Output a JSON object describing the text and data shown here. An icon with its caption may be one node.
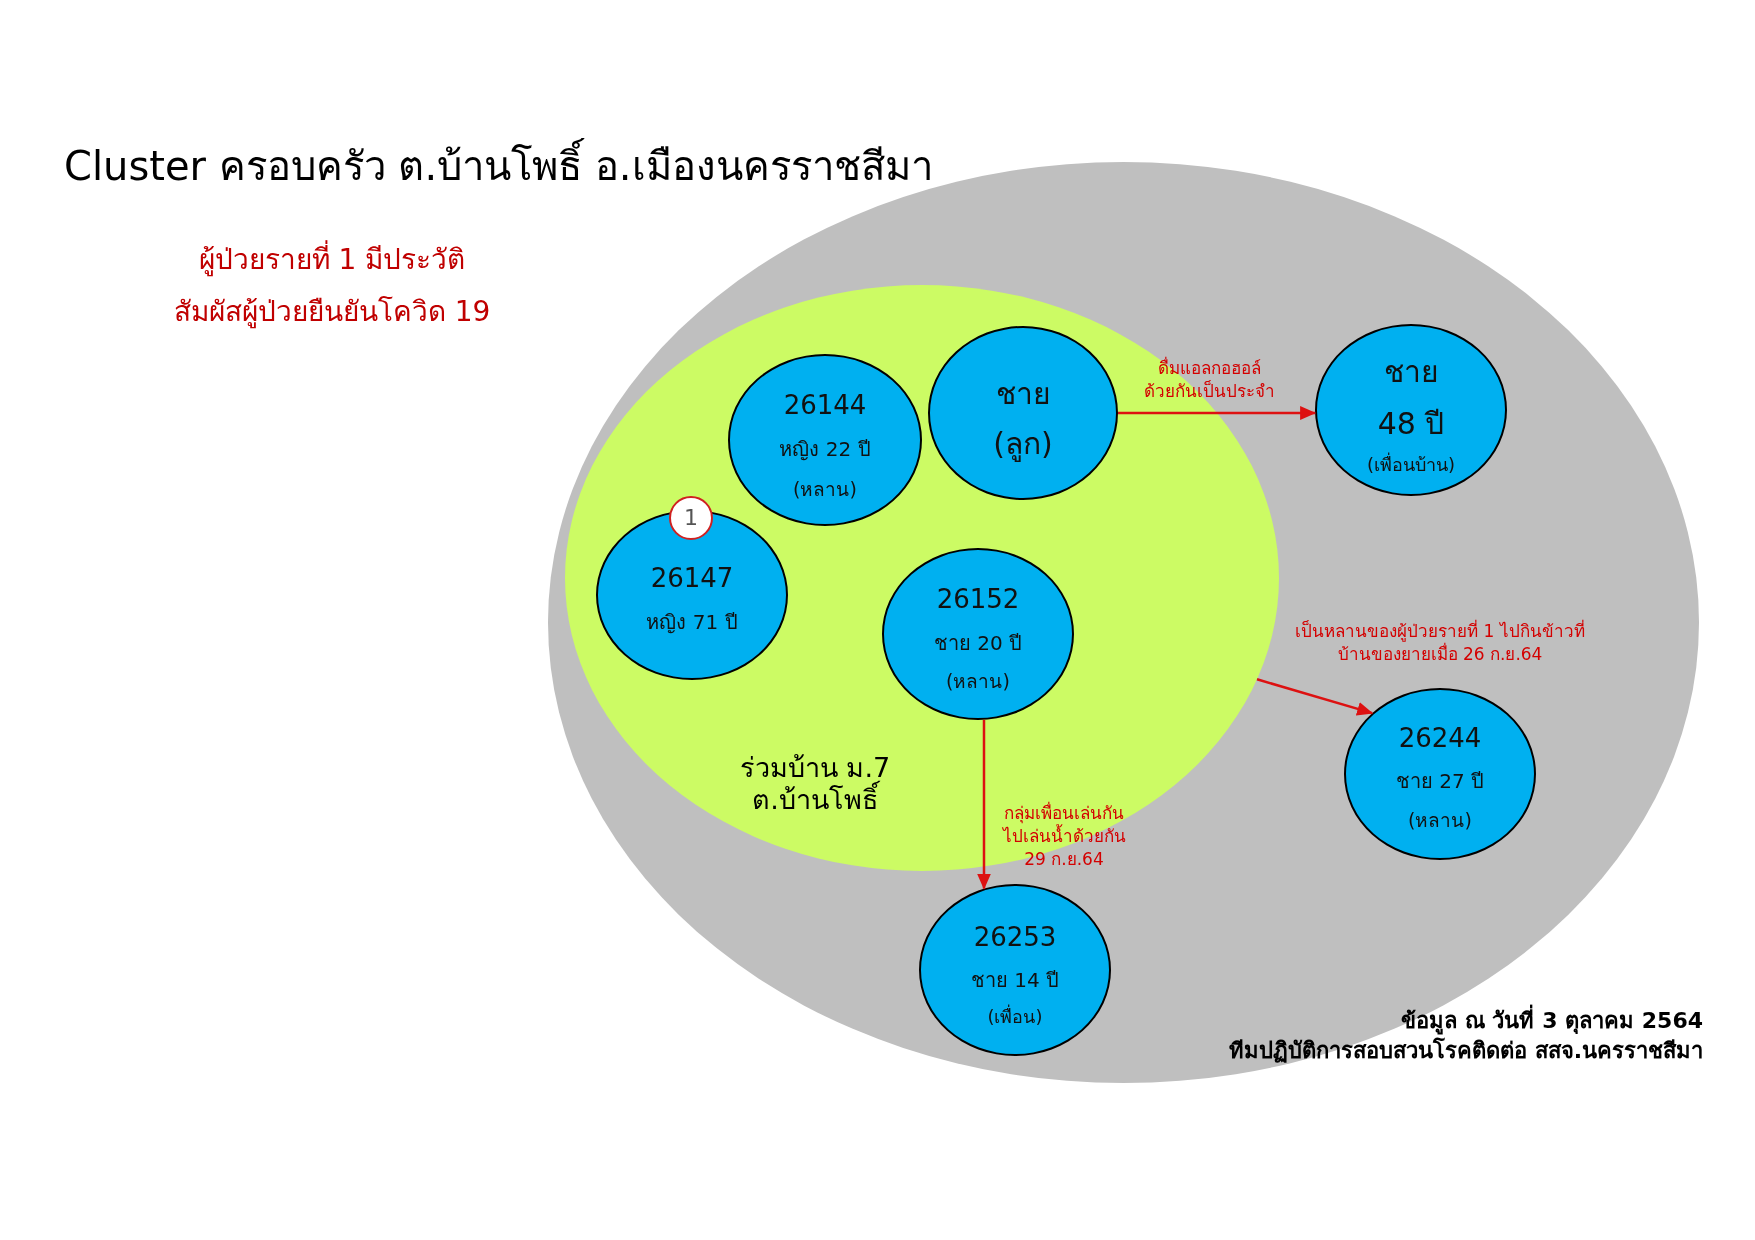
{
  "diagram": {
    "title": "Cluster ครอบครัว ต.บ้านโพธิ์ อ.เมืองนครราชสีมา",
    "nodes": [
      {
        "text": [],
        "shape": "ellipse"
      },
      {
        "text": [
          "ร่วมบ้าน ม.7 ต.บ้านโพธิ์"
        ],
        "in": 0
      },
      {
        "text": [
          "26144",
          "หญิง 22 ปี",
          "(หลาน)"
        ],
        "in": 1
      },
      {
        "text": [
          "ชาย",
          "(ลูก)"
        ],
        "in": 1
      },
      {
        "text": [
          "ชาย",
          "48 ปี",
          "(เพื่อนบ้าน)"
        ],
        "in": 0
      },
      {
        "text": [
          "1"
        ],
        "in": 1
      },
      {
        "text": [
          "26147",
          "หญิง 71 ปี"
        ],
        "in": 1
      },
      {
        "text": [
          "26152",
          "ชาย 20 ปี",
          "(หลาน)"
        ],
        "in": 1
      },
      {
        "text": [
          "26244",
          "ชาย 27 ปี",
          "(หลาน)"
        ],
        "in": 0
      },
      {
        "text": [
          "26253",
          "ชาย 14 ปี",
          "(เพื่อน)"
        ],
        "in": 0
      }
    ],
    "edges": [
      {
        "from": 3,
        "to": 4,
        "arrow": "to",
        "label": "ดื่มแอลกอฮอล์ ด้วยกันเป็นประจำ"
      },
      {
        "from": 1,
        "to": 8,
        "arrow": "to",
        "label": "เป็นหลานของผู้ป่วยรายที่ 1 ไปกินข้าวที่ บ้านของยายเมื่อ 26 ก.ย.64"
      },
      {
        "from": 7,
        "to": 9,
        "arrow": "to",
        "label": "กลุ่มเพื่อนเล่นกัน ไปเล่นน้ำด้วยกัน 29 ก.ย.64"
      }
    ],
    "labels": [
      "ผู้ป่วยรายที่ 1 มีประวัติ สัมผัสผู้ป่วยยืนยันโควิด 19",
      "ข้อมูล ณ วันที่ 3 ตุลาคม 2564",
      "ทีมปฏิบัติการสอบสวนโรคติดต่อ สสจ.นครราชสีมา"
    ]
  }
}
